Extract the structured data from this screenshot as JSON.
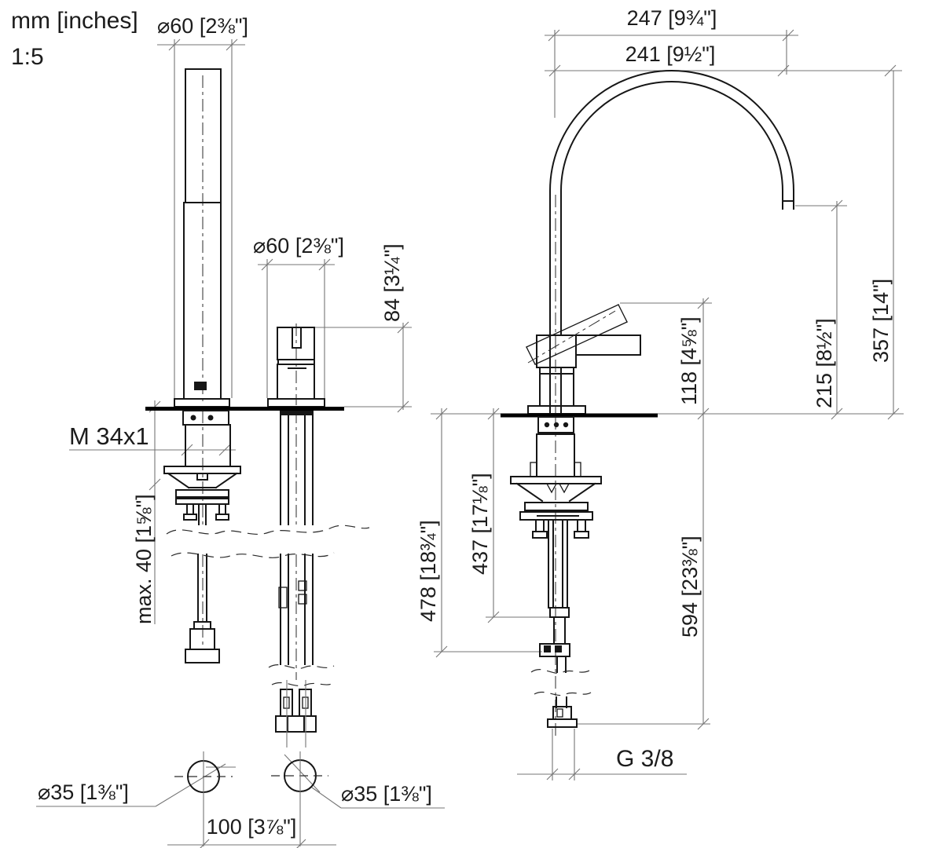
{
  "meta": {
    "units_note": "mm [inches]",
    "scale_note": "1:5"
  },
  "colors": {
    "object_line": "#161616",
    "dimension_line": "#757575",
    "text": "#1c1c1c",
    "background": "#ffffff"
  },
  "left_view": {
    "spout_flange_dia": "⌀60 [2⅜\"]",
    "valve_flange_dia": "⌀60 [2⅜\"]",
    "valve_height": "84 [3¼\"]",
    "shank_thread": "M 34x1",
    "max_counter_thickness": "max. 40 [1⅝\"]",
    "hole_dia_left": "⌀35 [1⅜\"]",
    "hole_dia_right": "⌀35 [1⅜\"]",
    "hole_spacing": "100 [3⅞\"]"
  },
  "right_view": {
    "reach_to_outer_edge": "247 [9¾\"]",
    "reach_to_outlet": "241 [9½\"]",
    "height_total": "357 [14\"]",
    "height_to_outlet": "215 [8½\"]",
    "height_to_lever_top": "118 [4⅝\"]",
    "hose_length_long": "478 [18¾\"]",
    "hose_length_short": "437 [17⅛\"]",
    "hose_length_supply": "594 [23⅜\"]",
    "supply_thread": "G 3/8"
  }
}
